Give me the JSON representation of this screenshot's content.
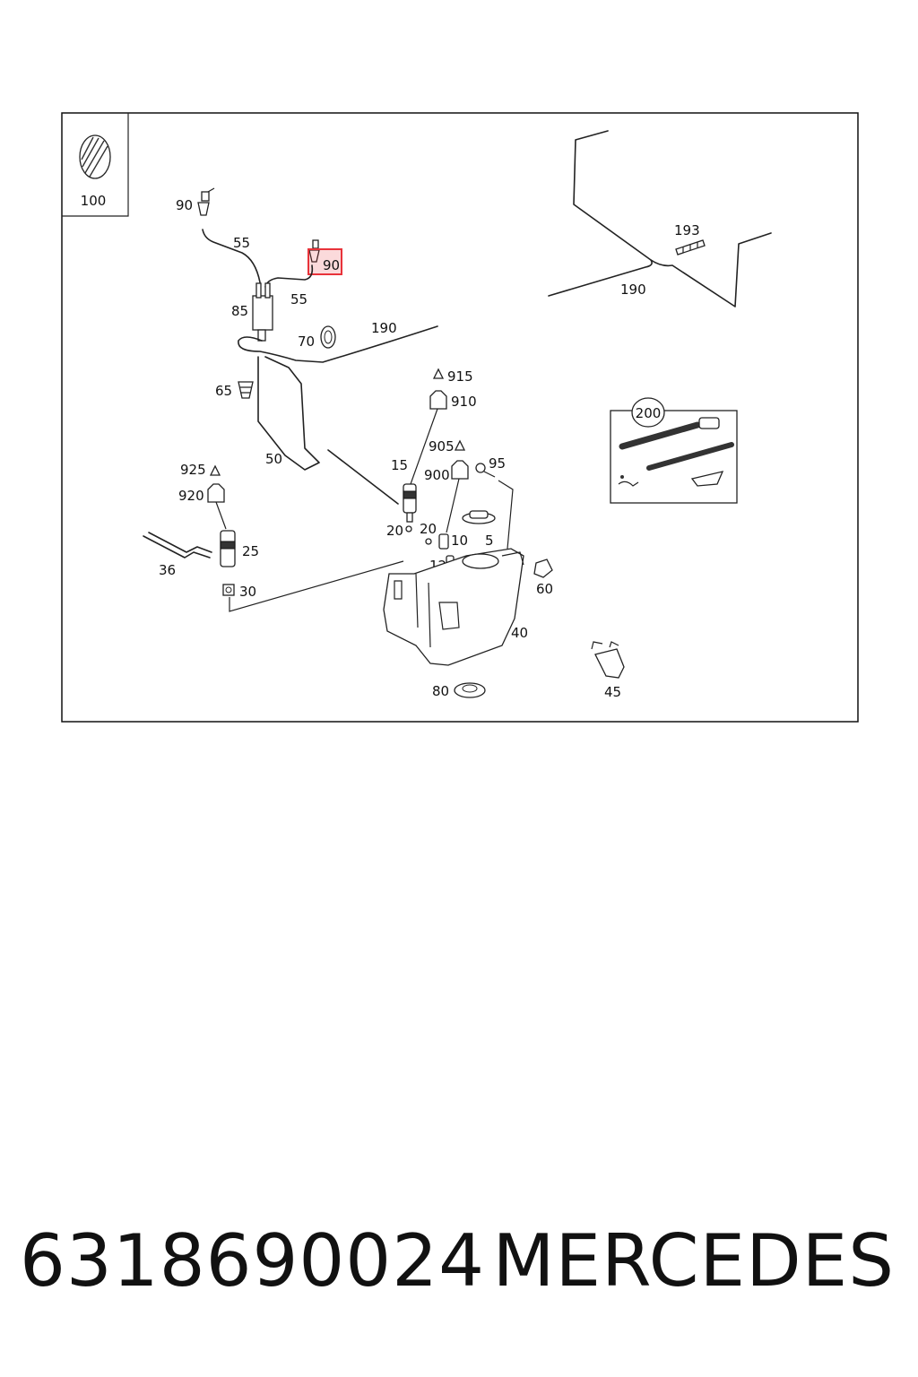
{
  "diagram": {
    "callouts": {
      "c100": "100",
      "c90a": "90",
      "c90b": "90",
      "c55a": "55",
      "c55b": "55",
      "c85": "85",
      "c70": "70",
      "c190a": "190",
      "c190b": "190",
      "c193": "193",
      "c65": "65",
      "c50": "50",
      "c915": "915",
      "c910": "910",
      "c905": "905",
      "c900": "900",
      "c95": "95",
      "c15": "15",
      "c925": "925",
      "c920": "920",
      "c25": "25",
      "c36": "36",
      "c30": "30",
      "c20a": "20",
      "c20b": "20",
      "c10": "10",
      "c5": "5",
      "c12": "12",
      "c60": "60",
      "c40": "40",
      "c80": "80",
      "c45": "45",
      "c200": "200"
    },
    "highlight_color": "#e8333a"
  },
  "footer": {
    "part_number": "6318690024",
    "brand": "MERCEDES"
  }
}
